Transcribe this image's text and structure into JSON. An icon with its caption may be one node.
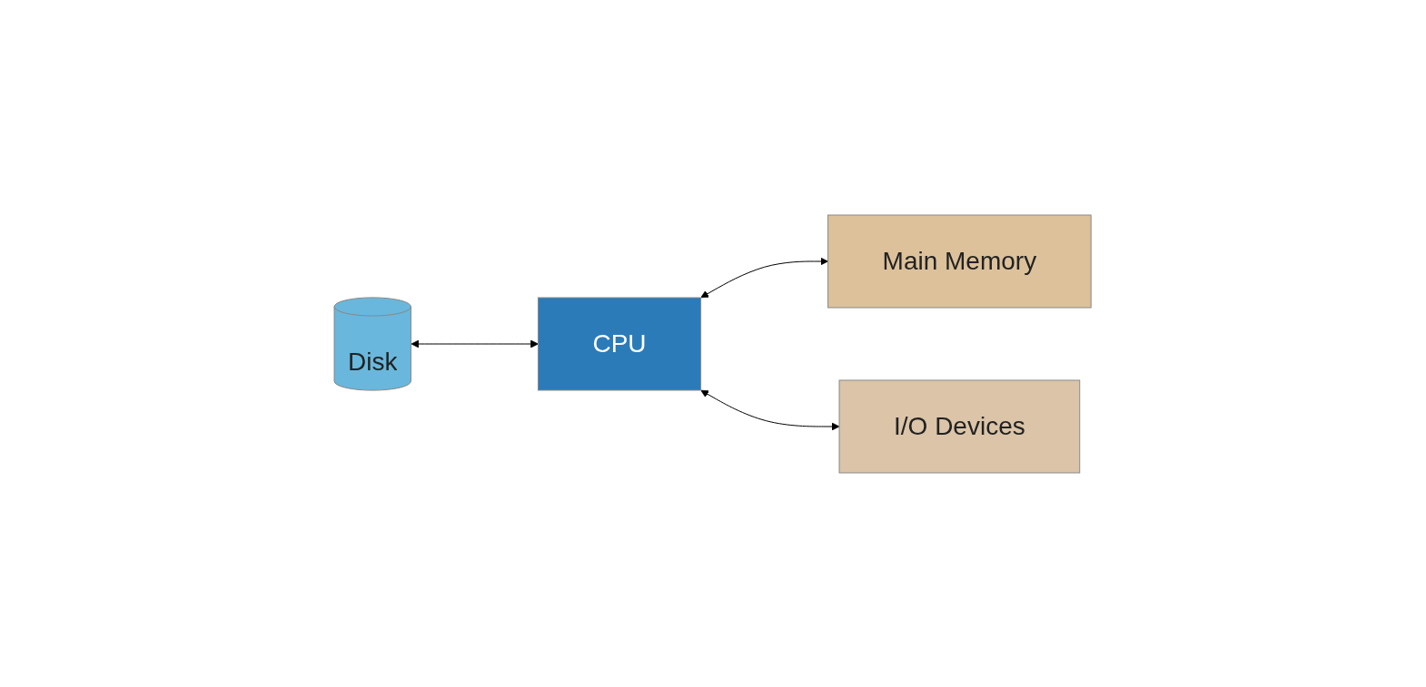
{
  "diagram": {
    "nodes": [
      {
        "text": [
          "CPU"
        ]
      },
      {
        "text": [
          "Main Memory"
        ]
      },
      {
        "text": [
          "Disk"
        ]
      },
      {
        "text": [
          "I/O Devices"
        ]
      }
    ],
    "edges": [
      {
        "from": 2,
        "to": 0,
        "arrow": "both"
      },
      {
        "from": 0,
        "to": 1,
        "arrow": "both"
      },
      {
        "from": 0,
        "to": 3,
        "arrow": "both"
      }
    ]
  }
}
